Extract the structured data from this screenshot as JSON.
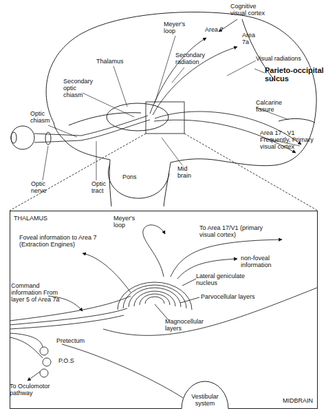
{
  "diagram": {
    "nodes": [
      {
        "text": [
          "THALAMUS",
          "MIDBRAIN"
        ]
      },
      {
        "text": [
          "Vestibular system"
        ],
        "in": 0
      }
    ],
    "labels": [
      "Cognitive visual cortex",
      "Area 7",
      "Area 7a",
      "Meyer's loop",
      "Thalamus",
      "Secondary radiation",
      "Visual radiations",
      "Parieto-occipital sulcus",
      "Secondary optic chiasm",
      "Optic chiasm",
      "Calcarine fissure",
      "Area 17 - V1 Frequently, Primary visual cortex",
      "Pons",
      "Mid brain",
      "Optic nerve",
      "Optic tract",
      "Meyer's loop",
      "To Area 17/V1 (primary visual cortex)",
      "Foveal information to Area 7 (Extraction Engines)",
      "non-foveal information",
      "Lateral geniculate nucleus",
      "Parvocellular layers",
      "Command information From layer 5 of Area 7a",
      "Magnocellular layers",
      "Pretectum",
      "P.O.S",
      "To Oculomotor pathway"
    ]
  }
}
